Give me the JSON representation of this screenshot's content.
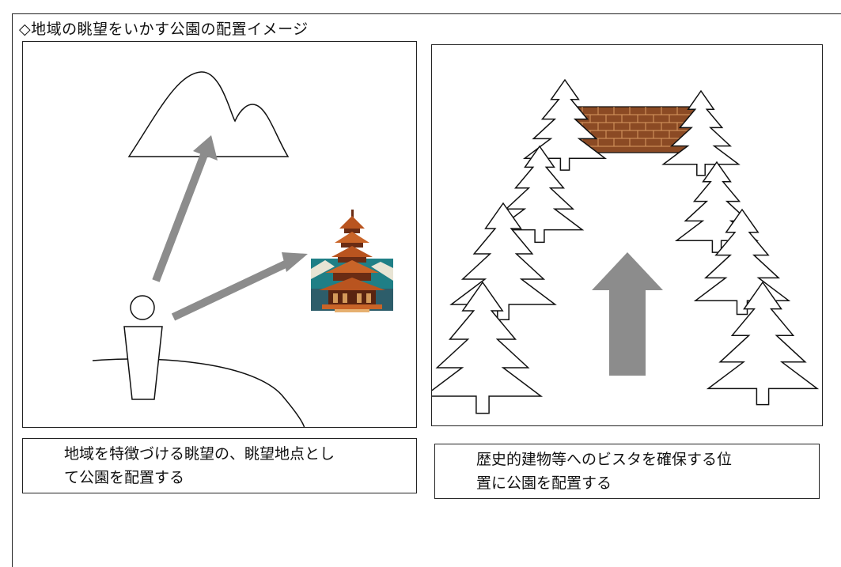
{
  "title": "◇地域の眺望をいかす公園の配置イメージ",
  "left_panel": {
    "caption_line1": "地域を特徴づける眺望の、眺望地点とし",
    "caption_line2": "て公園を配置する"
  },
  "right_panel": {
    "caption_line1": "歴史的建物等へのビスタを確保する位",
    "caption_line2": "置に公園を配置する"
  },
  "colors": {
    "arrow": "#8c8c8c",
    "brick": "#8b4a24",
    "pagoda_roof": "#b9541f",
    "pagoda_body": "#6a2c14",
    "sky": "#1f7f86",
    "outline": "#111111"
  }
}
